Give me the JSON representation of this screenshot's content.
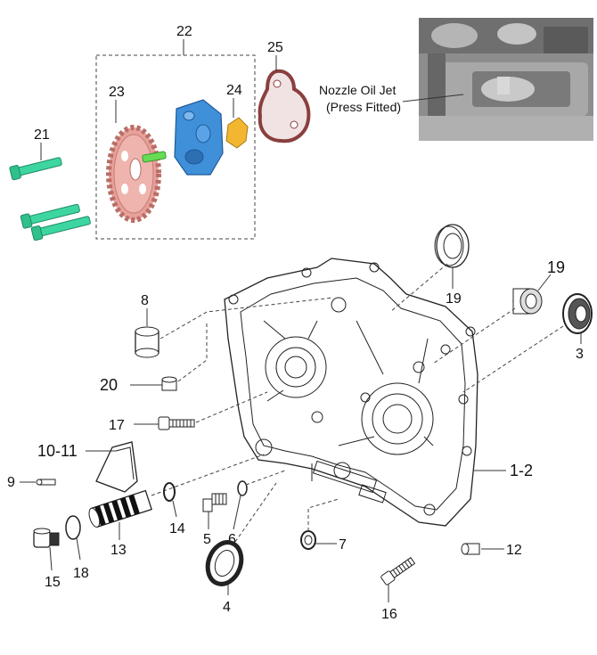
{
  "callouts": {
    "c1_2": "1-2",
    "c3": "3",
    "c4": "4",
    "c5": "5",
    "c6": "6",
    "c7": "7",
    "c8": "8",
    "c9": "9",
    "c10_11": "10-11",
    "c12": "12",
    "c13": "13",
    "c14": "14",
    "c15": "15",
    "c16": "16",
    "c17": "17",
    "c18": "18",
    "c19a": "19",
    "c19b": "19",
    "c20": "20",
    "c21": "21",
    "c22": "22",
    "c23": "23",
    "c24": "24",
    "c25": "25"
  },
  "note": {
    "line1": "Nozzle Oil Jet",
    "line2": "(Press Fitted)"
  },
  "colors": {
    "bolt_green": "#3dd6a0",
    "gear_pink": "#e8a09a",
    "pump_blue": "#3f8fd9",
    "cap_yellow": "#f2b630",
    "gasket_brown": "#8a3f3f"
  }
}
